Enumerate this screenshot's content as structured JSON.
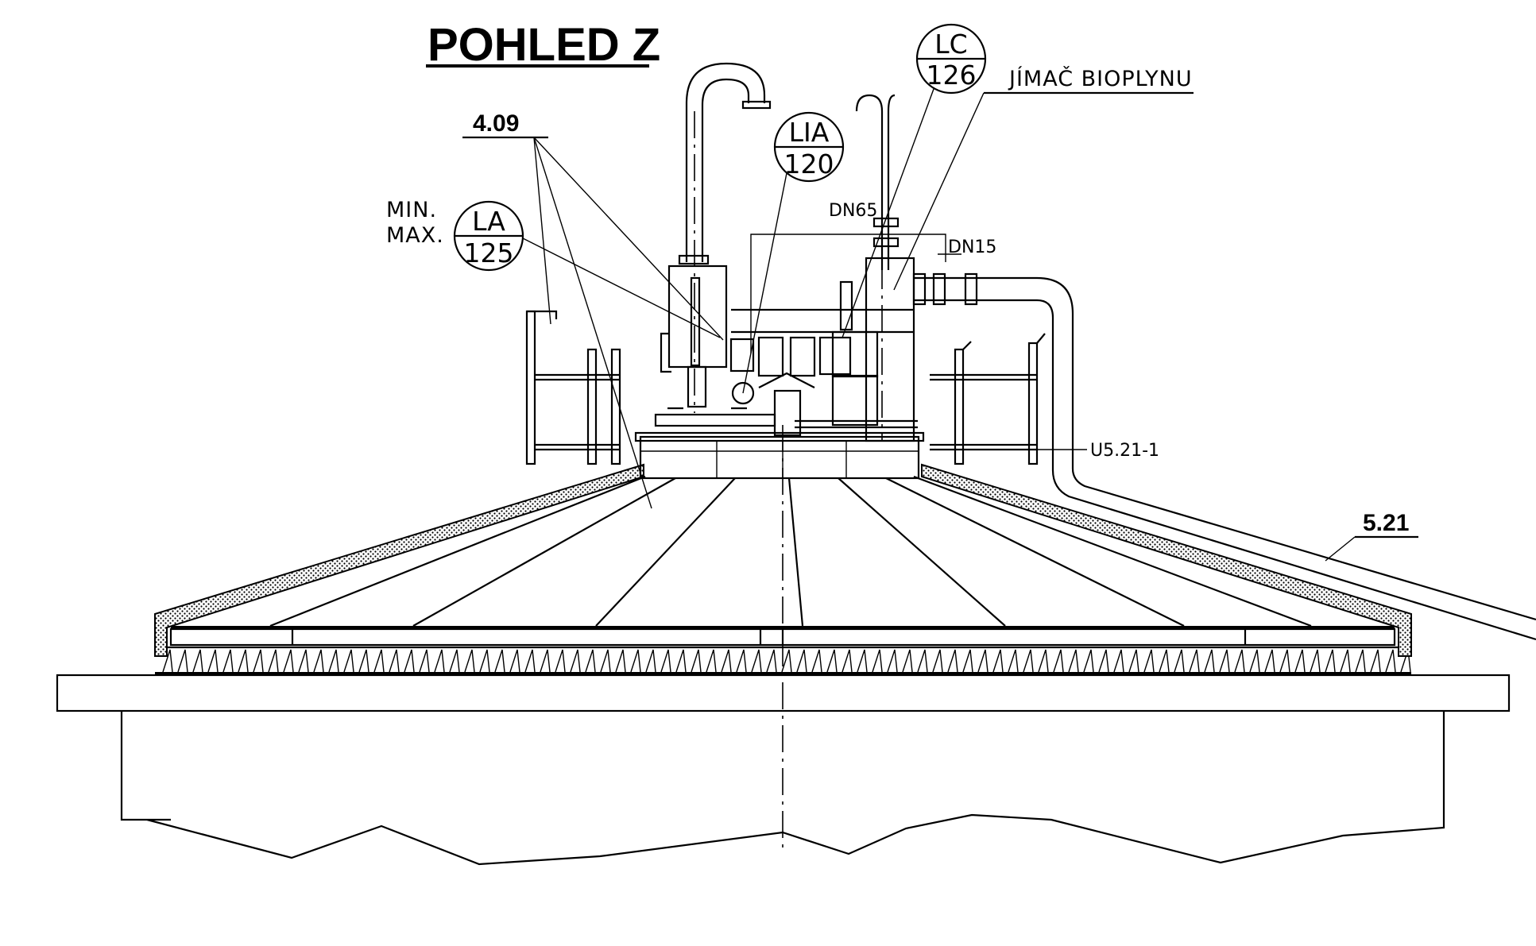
{
  "title": "POHLED Z",
  "references": {
    "ref_409": "4.09",
    "ref_521": "5.21"
  },
  "instrument_tags": [
    {
      "code": "LA",
      "number": "125"
    },
    {
      "code": "LIA",
      "number": "120"
    },
    {
      "code": "LC",
      "number": "126"
    }
  ],
  "labels": {
    "min": "MIN.",
    "max": "MAX.",
    "dn65": "DN65",
    "dn15": "DN15",
    "biogas_collector": "JÍMAČ BIOPLYNU",
    "u521": "U5.21-1"
  }
}
